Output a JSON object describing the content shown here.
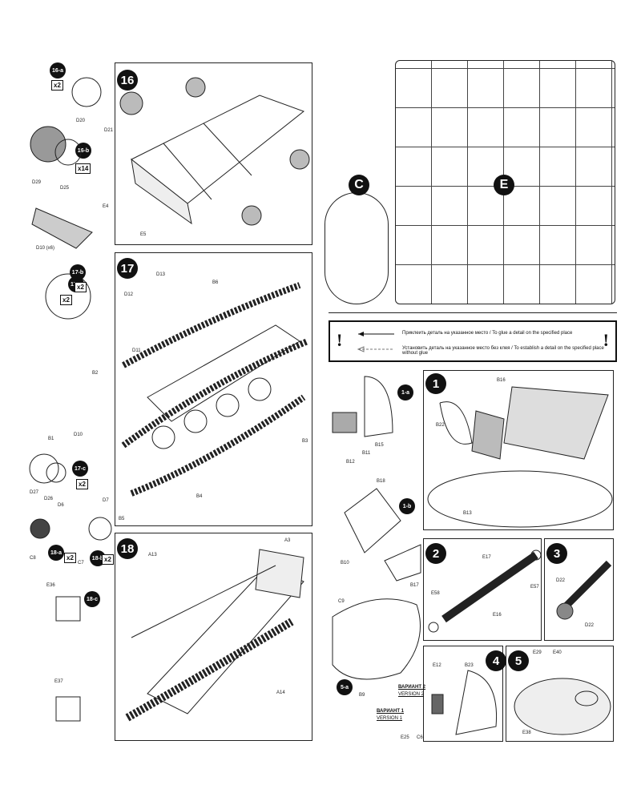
{
  "legend": {
    "glue_text": "Приклеить деталь на указанное место  /  To glue a detail on the specified place",
    "noglue_text": "Установить деталь на указанное место без клея  /  To establish a detail on the specified place without glue",
    "mark": "!"
  },
  "sprues": {
    "c": "C",
    "e": "E"
  },
  "steps": {
    "s16": "16",
    "s17": "17",
    "s18": "18",
    "s1": "1",
    "s2": "2",
    "s3": "3",
    "s4": "4",
    "s5": "5"
  },
  "subs": {
    "a16a": "16-a",
    "a16b": "16-b",
    "a17a": "17-a",
    "a17b": "17-b",
    "a17c": "17-c",
    "a18a": "18-a",
    "a18b": "18-b",
    "a18c": "18-c",
    "a1a": "1-a",
    "a1b": "1-b",
    "a5a": "5-a"
  },
  "qty": {
    "q1": "x2",
    "q2": "x14",
    "q3": "x2",
    "q4": "x2",
    "q5": "x2",
    "q6": "x2",
    "q7": "x2"
  },
  "labels": {
    "d20": "D20",
    "d21": "D21",
    "d29": "D29",
    "d25": "D25",
    "e4": "E4",
    "e5": "E5",
    "d10x6": "D10 (x6)",
    "d13": "D13",
    "d12": "D12",
    "d11": "D11",
    "b2": "B2",
    "b1": "B1",
    "d10": "D10",
    "b4": "B4",
    "b3": "B3",
    "b5": "B5",
    "d6": "D6",
    "d7": "D7",
    "c8": "C8",
    "c7": "C7",
    "d27": "D27",
    "d26": "D26",
    "b6": "B6",
    "a13": "A13",
    "a3": "A3",
    "a14": "A14",
    "e36": "E36",
    "e37": "E37",
    "b12": "B12",
    "b11": "B11",
    "b15": "B15",
    "b22": "B22",
    "b16": "B16",
    "b13": "B13",
    "b18": "B18",
    "b10": "B10",
    "b17": "B17",
    "c9": "C9",
    "b9": "B9",
    "e58": "E58",
    "e17": "E17",
    "e16": "E16",
    "e57": "E57",
    "d22a": "D22",
    "d22b": "D22",
    "e12": "E12",
    "b23": "B23",
    "e25": "E25",
    "c6": "C6",
    "e29": "E29",
    "e40": "E40",
    "e38": "E38"
  },
  "versions": {
    "v2": "ВАРИАНТ 2",
    "v2e": "VERSION 2",
    "v1": "ВАРИАНТ 1",
    "v1e": "VERSION 1"
  }
}
